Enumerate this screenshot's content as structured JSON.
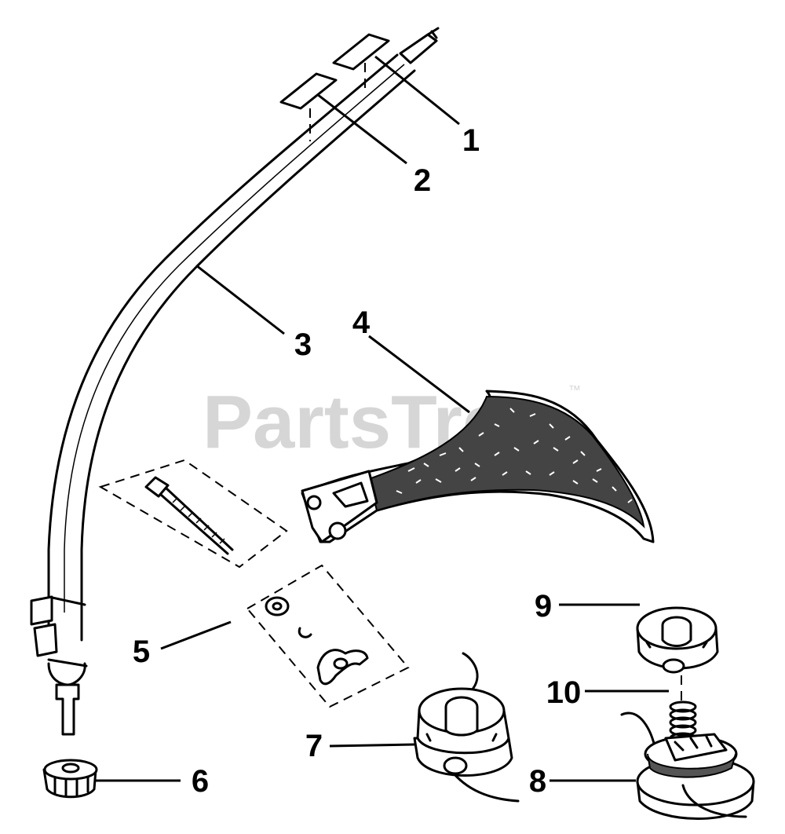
{
  "watermark": {
    "text": "PartsTree",
    "tm": "™"
  },
  "callouts": [
    {
      "id": "1",
      "label": "1"
    },
    {
      "id": "2",
      "label": "2"
    },
    {
      "id": "3",
      "label": "3"
    },
    {
      "id": "4",
      "label": "4"
    },
    {
      "id": "5",
      "label": "5"
    },
    {
      "id": "6",
      "label": "6"
    },
    {
      "id": "7",
      "label": "7"
    },
    {
      "id": "8",
      "label": "8"
    },
    {
      "id": "9",
      "label": "9"
    },
    {
      "id": "10",
      "label": "10"
    }
  ],
  "parts": [
    {
      "id": "decal-1",
      "icon": "decal-icon"
    },
    {
      "id": "decal-2",
      "icon": "decal-icon"
    },
    {
      "id": "lower-shaft",
      "icon": "curved-shaft-icon"
    },
    {
      "id": "debris-shield",
      "icon": "shield-icon"
    },
    {
      "id": "hardware-kit",
      "icon": "bolt-washer-wingnut-icon"
    },
    {
      "id": "knob",
      "icon": "knob-icon"
    },
    {
      "id": "trimmer-head",
      "icon": "spool-head-icon"
    },
    {
      "id": "spool",
      "icon": "spool-icon"
    },
    {
      "id": "cover",
      "icon": "cover-icon"
    },
    {
      "id": "spring",
      "icon": "spring-icon"
    }
  ]
}
